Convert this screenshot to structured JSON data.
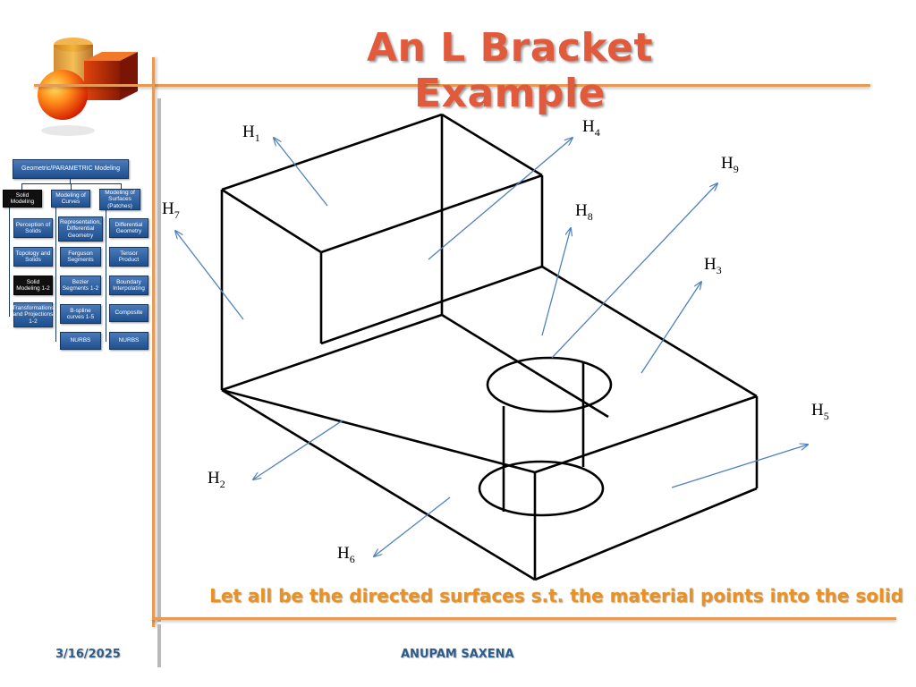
{
  "slide": {
    "title": "An L Bracket Example",
    "caption": "Let all be the directed surfaces s.t. the material points into the solid",
    "date": "3/16/2025",
    "author": "ANUPAM SAXENA"
  },
  "sidebar": {
    "root": "Geometric/PARAMETRIC Modeling",
    "columns": [
      {
        "header": "Solid Modeling",
        "items": [
          "Perception of Solids",
          "Topology and Solids",
          "Solid Modeling 1-2",
          "Transformations and Projections 1-2"
        ]
      },
      {
        "header": "Modeling of Curves",
        "items": [
          "Representation, Differential Geometry",
          "Ferguson Segments",
          "Bezier Segments 1-2",
          "B-spline curves 1-5",
          "NURBS"
        ]
      },
      {
        "header": "Modeling of Surfaces (Patches)",
        "items": [
          "Differential Geometry",
          "Tensor Product",
          "Boundary Interpolating",
          "Composite",
          "NURBS"
        ]
      }
    ]
  },
  "diagram": {
    "labels": [
      {
        "base": "H",
        "sub": "1"
      },
      {
        "base": "H",
        "sub": "2"
      },
      {
        "base": "H",
        "sub": "3"
      },
      {
        "base": "H",
        "sub": "4"
      },
      {
        "base": "H",
        "sub": "5"
      },
      {
        "base": "H",
        "sub": "6"
      },
      {
        "base": "H",
        "sub": "7"
      },
      {
        "base": "H",
        "sub": "8"
      },
      {
        "base": "H",
        "sub": "9"
      }
    ],
    "colors": {
      "edges": "#000000",
      "normals": "#4f81bd"
    }
  },
  "colors": {
    "title": "#e25a3c",
    "caption": "#e99223",
    "frame": "#e69a55",
    "footer": "#2e5c8a",
    "node": "#1e4f8f"
  }
}
